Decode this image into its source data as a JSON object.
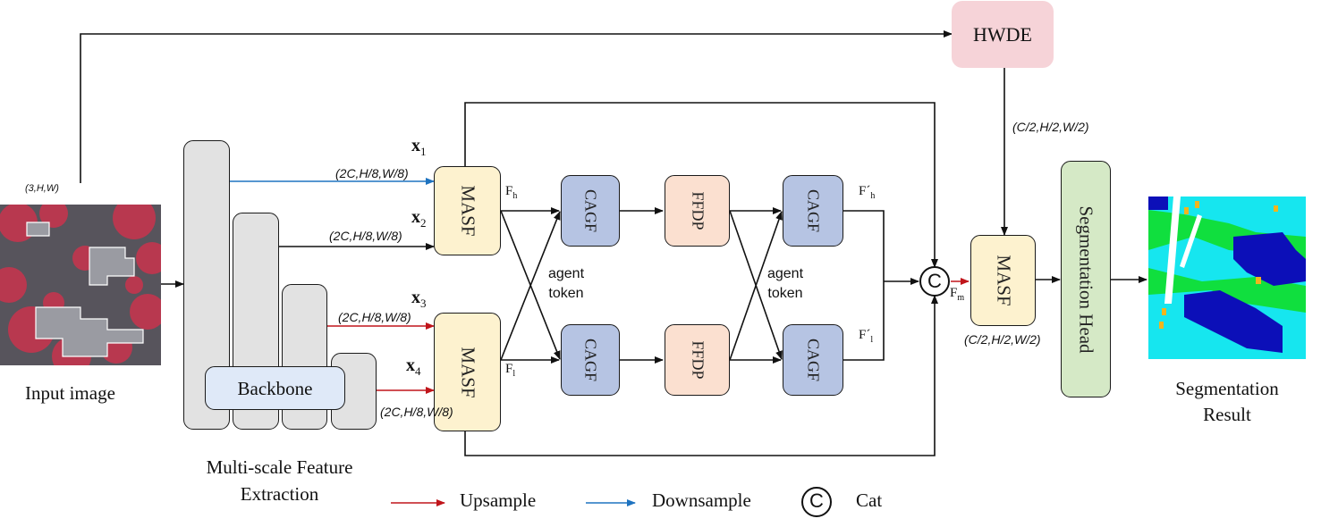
{
  "blocks": {
    "hwde": "HWDE",
    "masf": "MASF",
    "cagf": "CAGF",
    "ffdp": "FFDP",
    "backbone": "Backbone",
    "seg_head": "Segmentation Head"
  },
  "captions": {
    "input_image": "Input image",
    "feature_extraction_line1": "Multi-scale Feature",
    "feature_extraction_line2": "Extraction",
    "result_line1": "Segmentation",
    "result_line2": "Result"
  },
  "features": {
    "x1": "x",
    "x1_sub": "1",
    "x2": "x",
    "x2_sub": "2",
    "x3": "x",
    "x3_sub": "3",
    "x4": "x",
    "x4_sub": "4",
    "fh": "F",
    "fh_sub": "h",
    "fl": "F",
    "fl_sub": "l",
    "fh_prime": "F´",
    "fh_prime_sub": "h",
    "fl_prime": "F´",
    "fl_prime_sub": "l",
    "fm": "F",
    "fm_sub": "m",
    "agent_token_line1": "agent",
    "agent_token_line2": "token"
  },
  "dims": {
    "input": "(3,H,W)",
    "x1": "(2C,H/8,W/8)",
    "x2": "(2C,H/8,W/8)",
    "x3": "(2C,H/8,W/8)",
    "x4": "(2C,H/8,W/8)",
    "hwde_out": "(C/2,H/2,W/2)",
    "masf_out": "(C/2,H/2,W/2)"
  },
  "legend": {
    "upsample": "Upsample",
    "downsample": "Downsample",
    "cat_symbol": "C",
    "cat": "Cat"
  },
  "colors": {
    "upsample_arrow": "#c0151b",
    "downsample_arrow": "#1e73c0",
    "masf": "#fdf2cf",
    "cagf": "#b6c4e3",
    "ffdp": "#fbe0d0",
    "hwde": "#f6d3d8",
    "seg_head": "#d5e9c6",
    "backbone": "#dfe9f8"
  }
}
